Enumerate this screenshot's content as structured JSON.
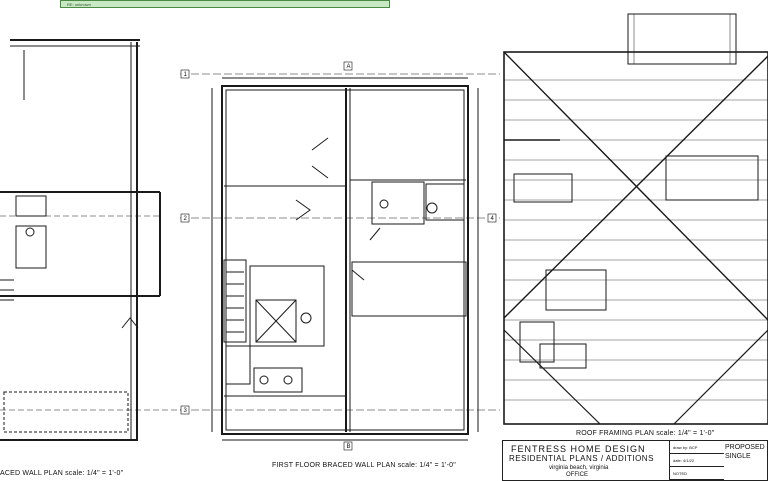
{
  "sheet": {
    "green_bar_text": "RE: unknown",
    "captions": {
      "left": "ACED WALL PLAN scale: 1/4\" = 1'-0\"",
      "middle": "FIRST FLOOR BRACED WALL PLAN scale: 1/4\" = 1'-0\"",
      "right": "ROOF FRAMING PLAN scale: 1/4\" = 1'-0\""
    },
    "grid_marks": [
      "1",
      "2",
      "3",
      "4",
      "A",
      "B"
    ],
    "title_block": {
      "firm": "FENTRESS HOME DESIGN",
      "subtitle": "RESIDENTIAL PLANS / ADDITIONS",
      "city": "virginia beach, virginia",
      "office": "OFFICE",
      "drawn_by": "draw by: BCP",
      "date": "date: 4/1/22",
      "notes": "NOTED",
      "right_text_1": "PROPOSED",
      "right_text_2": "SINGLE"
    }
  },
  "colors": {
    "line": "#1a1a1a",
    "accent_green": "#4a8a45"
  }
}
